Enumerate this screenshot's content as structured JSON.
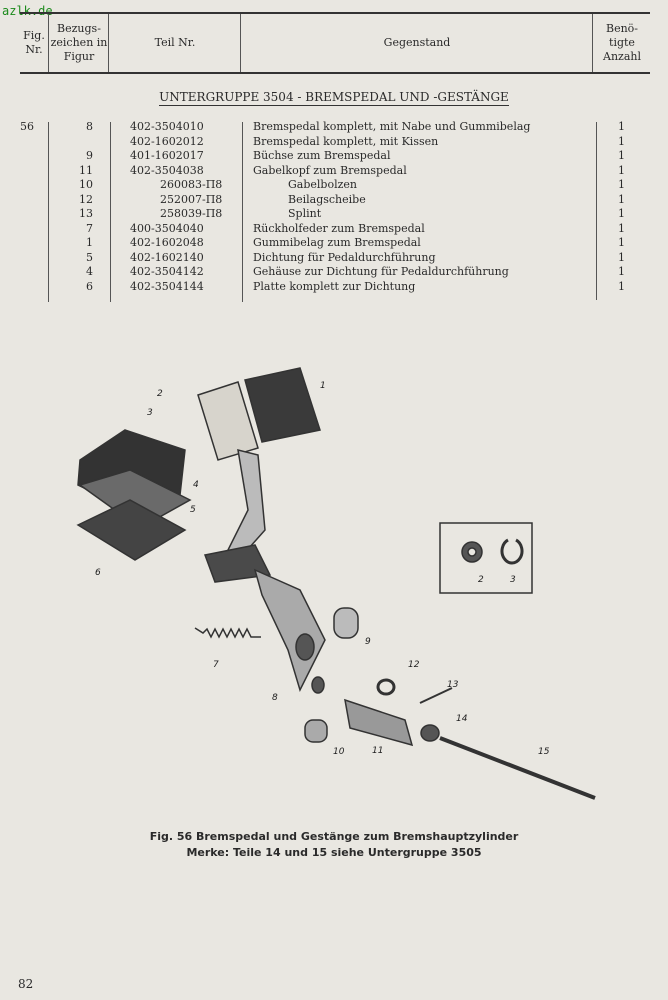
{
  "watermark": "azlk.de",
  "header": {
    "fig": "Fig. Nr.",
    "bezug": "Bezugs- zeichen in Figur",
    "teil": "Teil Nr.",
    "gegenstand": "Gegenstand",
    "anzahl": "Benö- tigte Anzahl"
  },
  "subgroup": "UNTERGRUPPE 3504 - BREMSPEDAL UND -GESTÄNGE",
  "fig_nr": "56",
  "rows": [
    {
      "ref": "8",
      "part": "402-3504010",
      "desc": "Bremspedal komplett, mit Nabe und Gummibelag",
      "qty": "1",
      "indent": false
    },
    {
      "ref": "",
      "part": "402-1602012",
      "desc": "Bremspedal komplett, mit Kissen",
      "qty": "1",
      "indent": false
    },
    {
      "ref": "9",
      "part": "401-1602017",
      "desc": "Büchse zum Bremspedal",
      "qty": "1",
      "indent": false
    },
    {
      "ref": "11",
      "part": "402-3504038",
      "desc": "Gabelkopf zum Bremspedal",
      "qty": "1",
      "indent": false
    },
    {
      "ref": "10",
      "part": "260083-П8",
      "desc": "Gabelbolzen",
      "qty": "1",
      "indent": true
    },
    {
      "ref": "12",
      "part": "252007-П8",
      "desc": "Beilagscheibe",
      "qty": "1",
      "indent": true
    },
    {
      "ref": "13",
      "part": "258039-П8",
      "desc": "Splint",
      "qty": "1",
      "indent": true
    },
    {
      "ref": "7",
      "part": "400-3504040",
      "desc": "Rückholfeder zum Bremspedal",
      "qty": "1",
      "indent": false
    },
    {
      "ref": "1",
      "part": "402-1602048",
      "desc": "Gummibelag zum Bremspedal",
      "qty": "1",
      "indent": false
    },
    {
      "ref": "5",
      "part": "402-1602140",
      "desc": "Dichtung für Pedaldurchführung",
      "qty": "1",
      "indent": false
    },
    {
      "ref": "4",
      "part": "402-3504142",
      "desc": "Gehäuse zur Dichtung für Pedaldurchführung",
      "qty": "1",
      "indent": false
    },
    {
      "ref": "6",
      "part": "402-3504144",
      "desc": "Platte komplett zur Dichtung",
      "qty": "1",
      "indent": false
    }
  ],
  "callouts": [
    "1",
    "2",
    "3",
    "4",
    "5",
    "6",
    "7",
    "8",
    "9",
    "10",
    "11",
    "12",
    "13",
    "14",
    "15",
    "2",
    "3"
  ],
  "caption": {
    "line1": "Fig. 56 Bremspedal und Gestänge zum Bremshauptzylinder",
    "line2": "Merke: Teile 14 und 15 siehe Untergruppe 3505"
  },
  "page_number": "82"
}
